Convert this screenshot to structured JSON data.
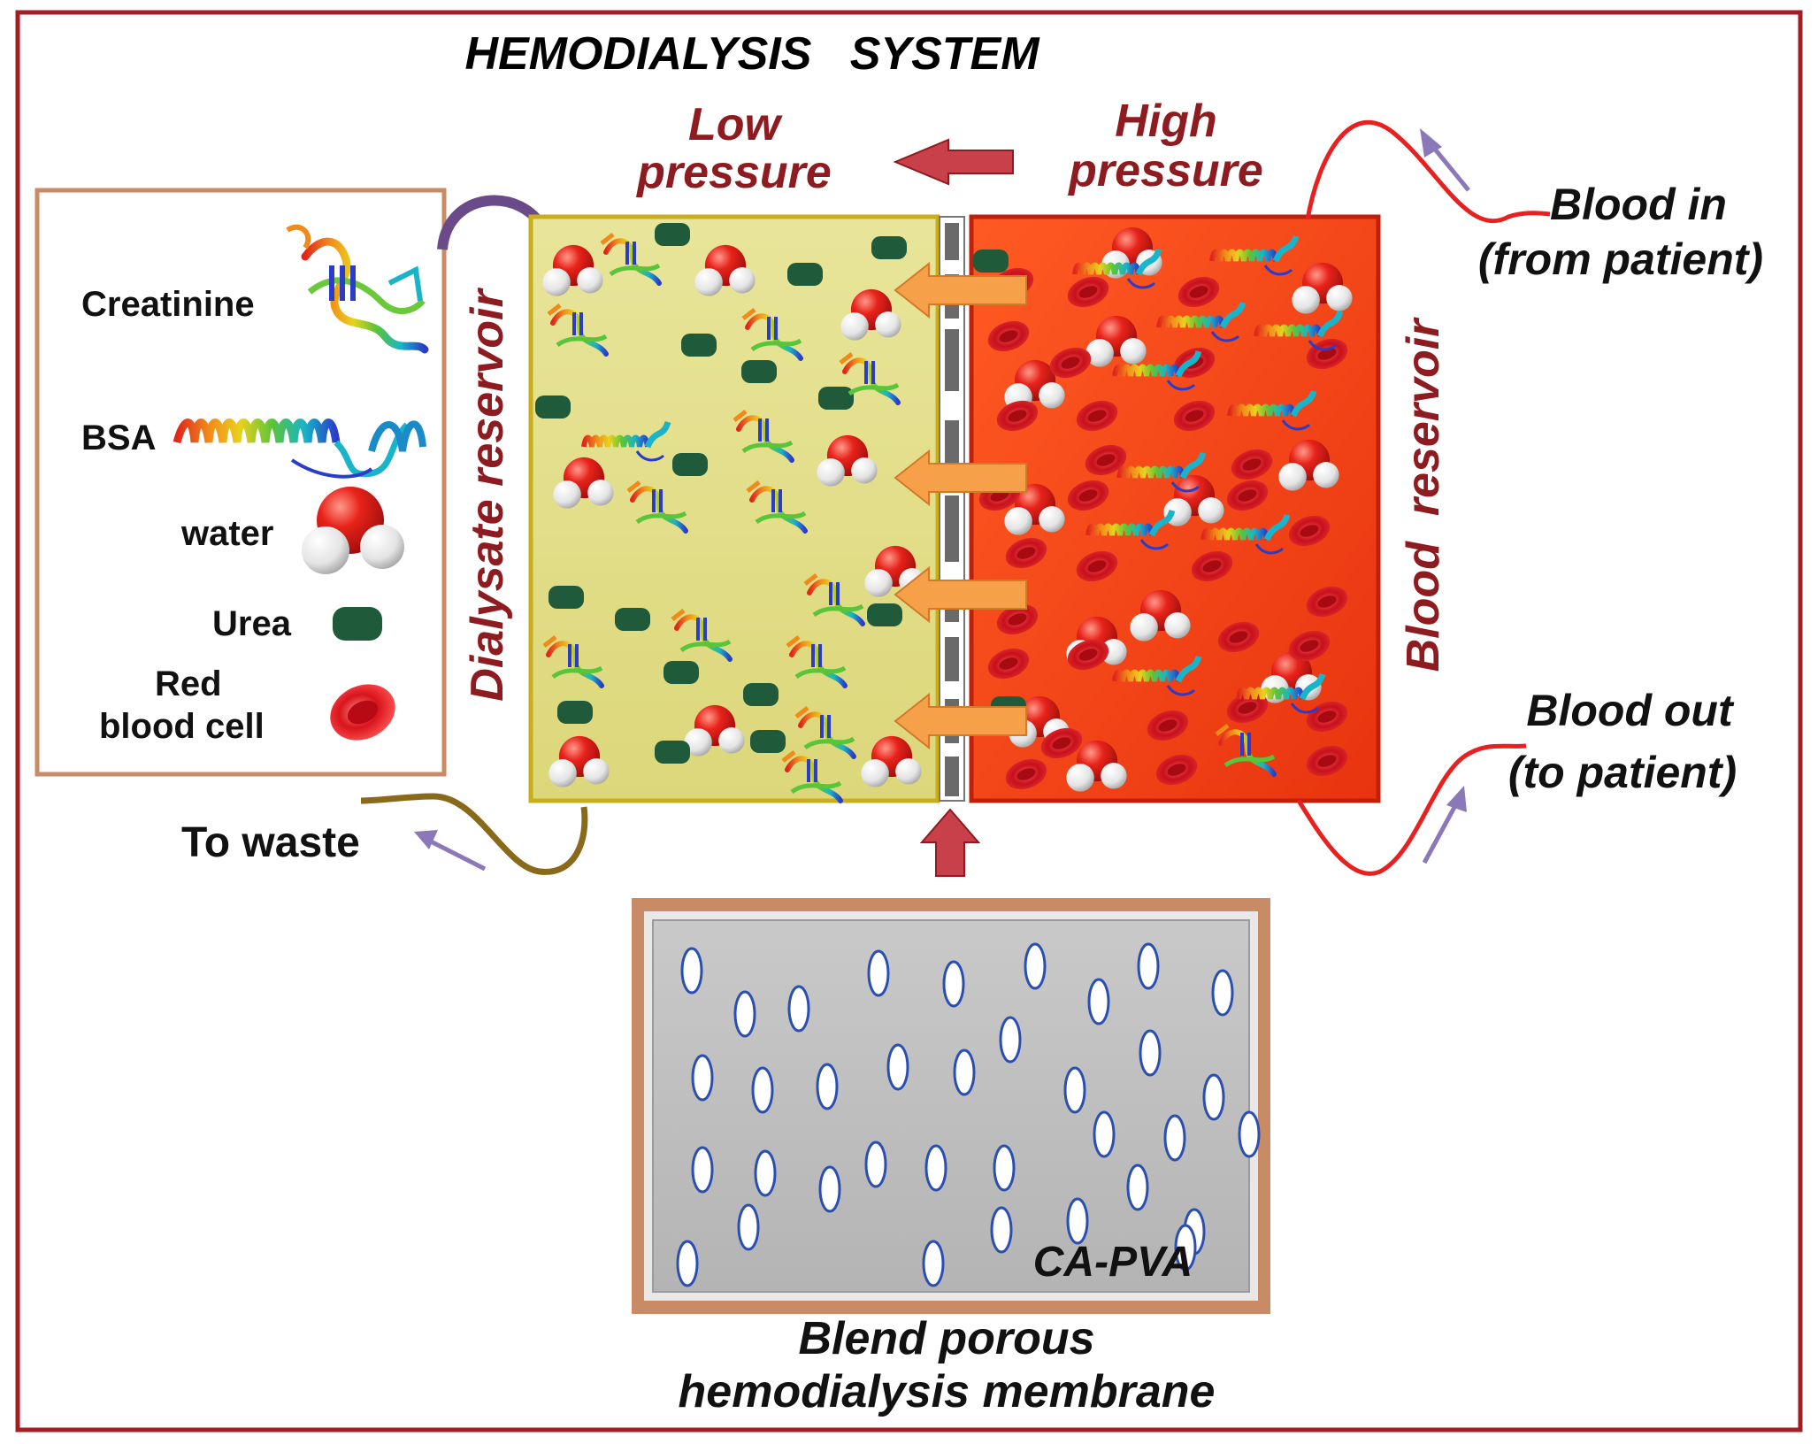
{
  "title": "HEMODIALYSIS   SYSTEM",
  "pressure": {
    "low": [
      "Low",
      "pressure"
    ],
    "high": [
      "High",
      "pressure"
    ]
  },
  "legend": {
    "creatinine": "Creatinine",
    "bsa": "BSA",
    "water": "water",
    "urea": "Urea",
    "rbc": [
      "Red",
      "blood cell"
    ]
  },
  "reservoirs": {
    "dialysate": "Dialysate reservoir",
    "blood": "Blood  reservoir"
  },
  "flows": {
    "blood_in": [
      "Blood in",
      "(from patient)"
    ],
    "blood_out": [
      "Blood out",
      "(to patient)"
    ],
    "to_waste": "To waste"
  },
  "membrane": {
    "material": "CA-PVA",
    "caption": [
      "Blend porous",
      "hemodialysis membrane"
    ]
  },
  "colors": {
    "frame": "#a31d24",
    "dialysate_fill": "#e2df86",
    "blood_fill": "#f0431a",
    "title_red": "#8e1b1f",
    "membrane_gray": "#bdbdbd",
    "legend_border": "#c98a66",
    "urea": "#1f5a3a",
    "arrow_orange": "#f6a049",
    "arrow_red": "#c8414a"
  }
}
